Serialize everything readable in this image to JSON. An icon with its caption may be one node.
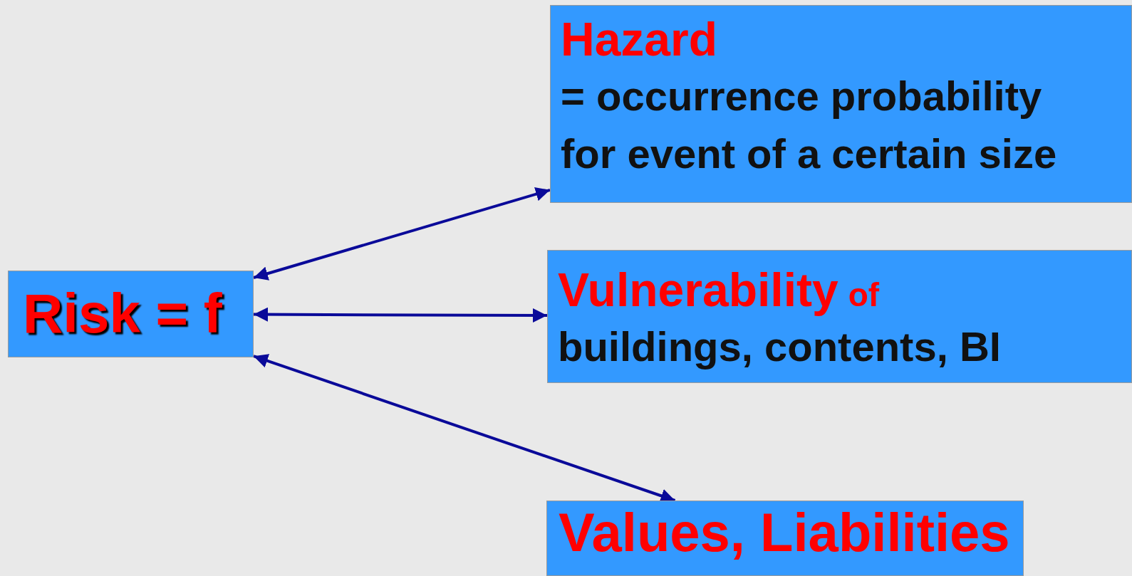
{
  "diagram": {
    "nodes": [
      {
        "text": [
          "Risk = f"
        ]
      },
      {
        "text": [
          "Hazard",
          "= occurrence probability for event of a certain size"
        ]
      },
      {
        "text": [
          "Vulnerability",
          "of",
          "buildings, contents, BI"
        ]
      },
      {
        "text": [
          "Values, Liabilities"
        ]
      }
    ],
    "edges": [
      {
        "from": 0,
        "to": 1,
        "arrow": "both"
      },
      {
        "from": 0,
        "to": 2,
        "arrow": "both"
      },
      {
        "from": 0,
        "to": 3,
        "arrow": "both"
      }
    ]
  }
}
